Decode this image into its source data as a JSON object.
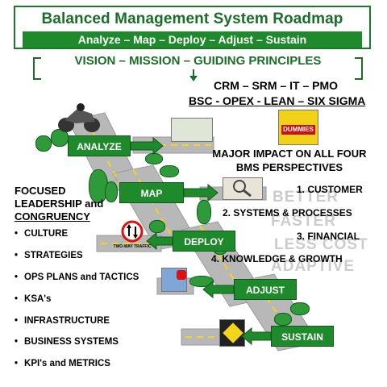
{
  "header": {
    "title": "Balanced Management System Roadmap",
    "subtitle": "Analyze – Map – Deploy – Adjust – Sustain"
  },
  "vision": "VISION – MISSION – GUIDING PRINCIPLES",
  "tools": {
    "line1": "CRM – SRM – IT – PMO",
    "line2": "BSC - OPEX - LEAN – SIX SIGMA"
  },
  "book": {
    "band_label": "DUMMIES"
  },
  "road_sign": {
    "text": "TWO-WAY TRAFFIC"
  },
  "impact": {
    "line1": "MAJOR IMPACT ON ALL FOUR",
    "line2": "BMS PERSPECTIVES"
  },
  "perspectives": [
    "1. CUSTOMER",
    "2.  SYSTEMS & PROCESSES",
    "3. FINANCIAL",
    "4. KNOWLEDGE & GROWTH"
  ],
  "ghost_words": [
    "BETTER",
    "FASTER",
    "LESS COST",
    "ADAPTIVE"
  ],
  "focus": {
    "line1": "FOCUSED",
    "line2": "LEADERSHIP and",
    "line3": "CONGRUENCY"
  },
  "bullets": [
    "CULTURE",
    "STRATEGIES",
    "OPS PLANS and TACTICS",
    "KSA's",
    "INFRASTRUCTURE",
    "BUSINESS SYSTEMS",
    "KPI's and METRICS"
  ],
  "steps": [
    "ANALYZE",
    "MAP",
    "DEPLOY",
    "ADJUST",
    "SUSTAIN"
  ],
  "colors": {
    "brand_green": "#1f8a2c",
    "road_gray": "#b5b5b5",
    "ghost_gray": "#cccccc"
  }
}
